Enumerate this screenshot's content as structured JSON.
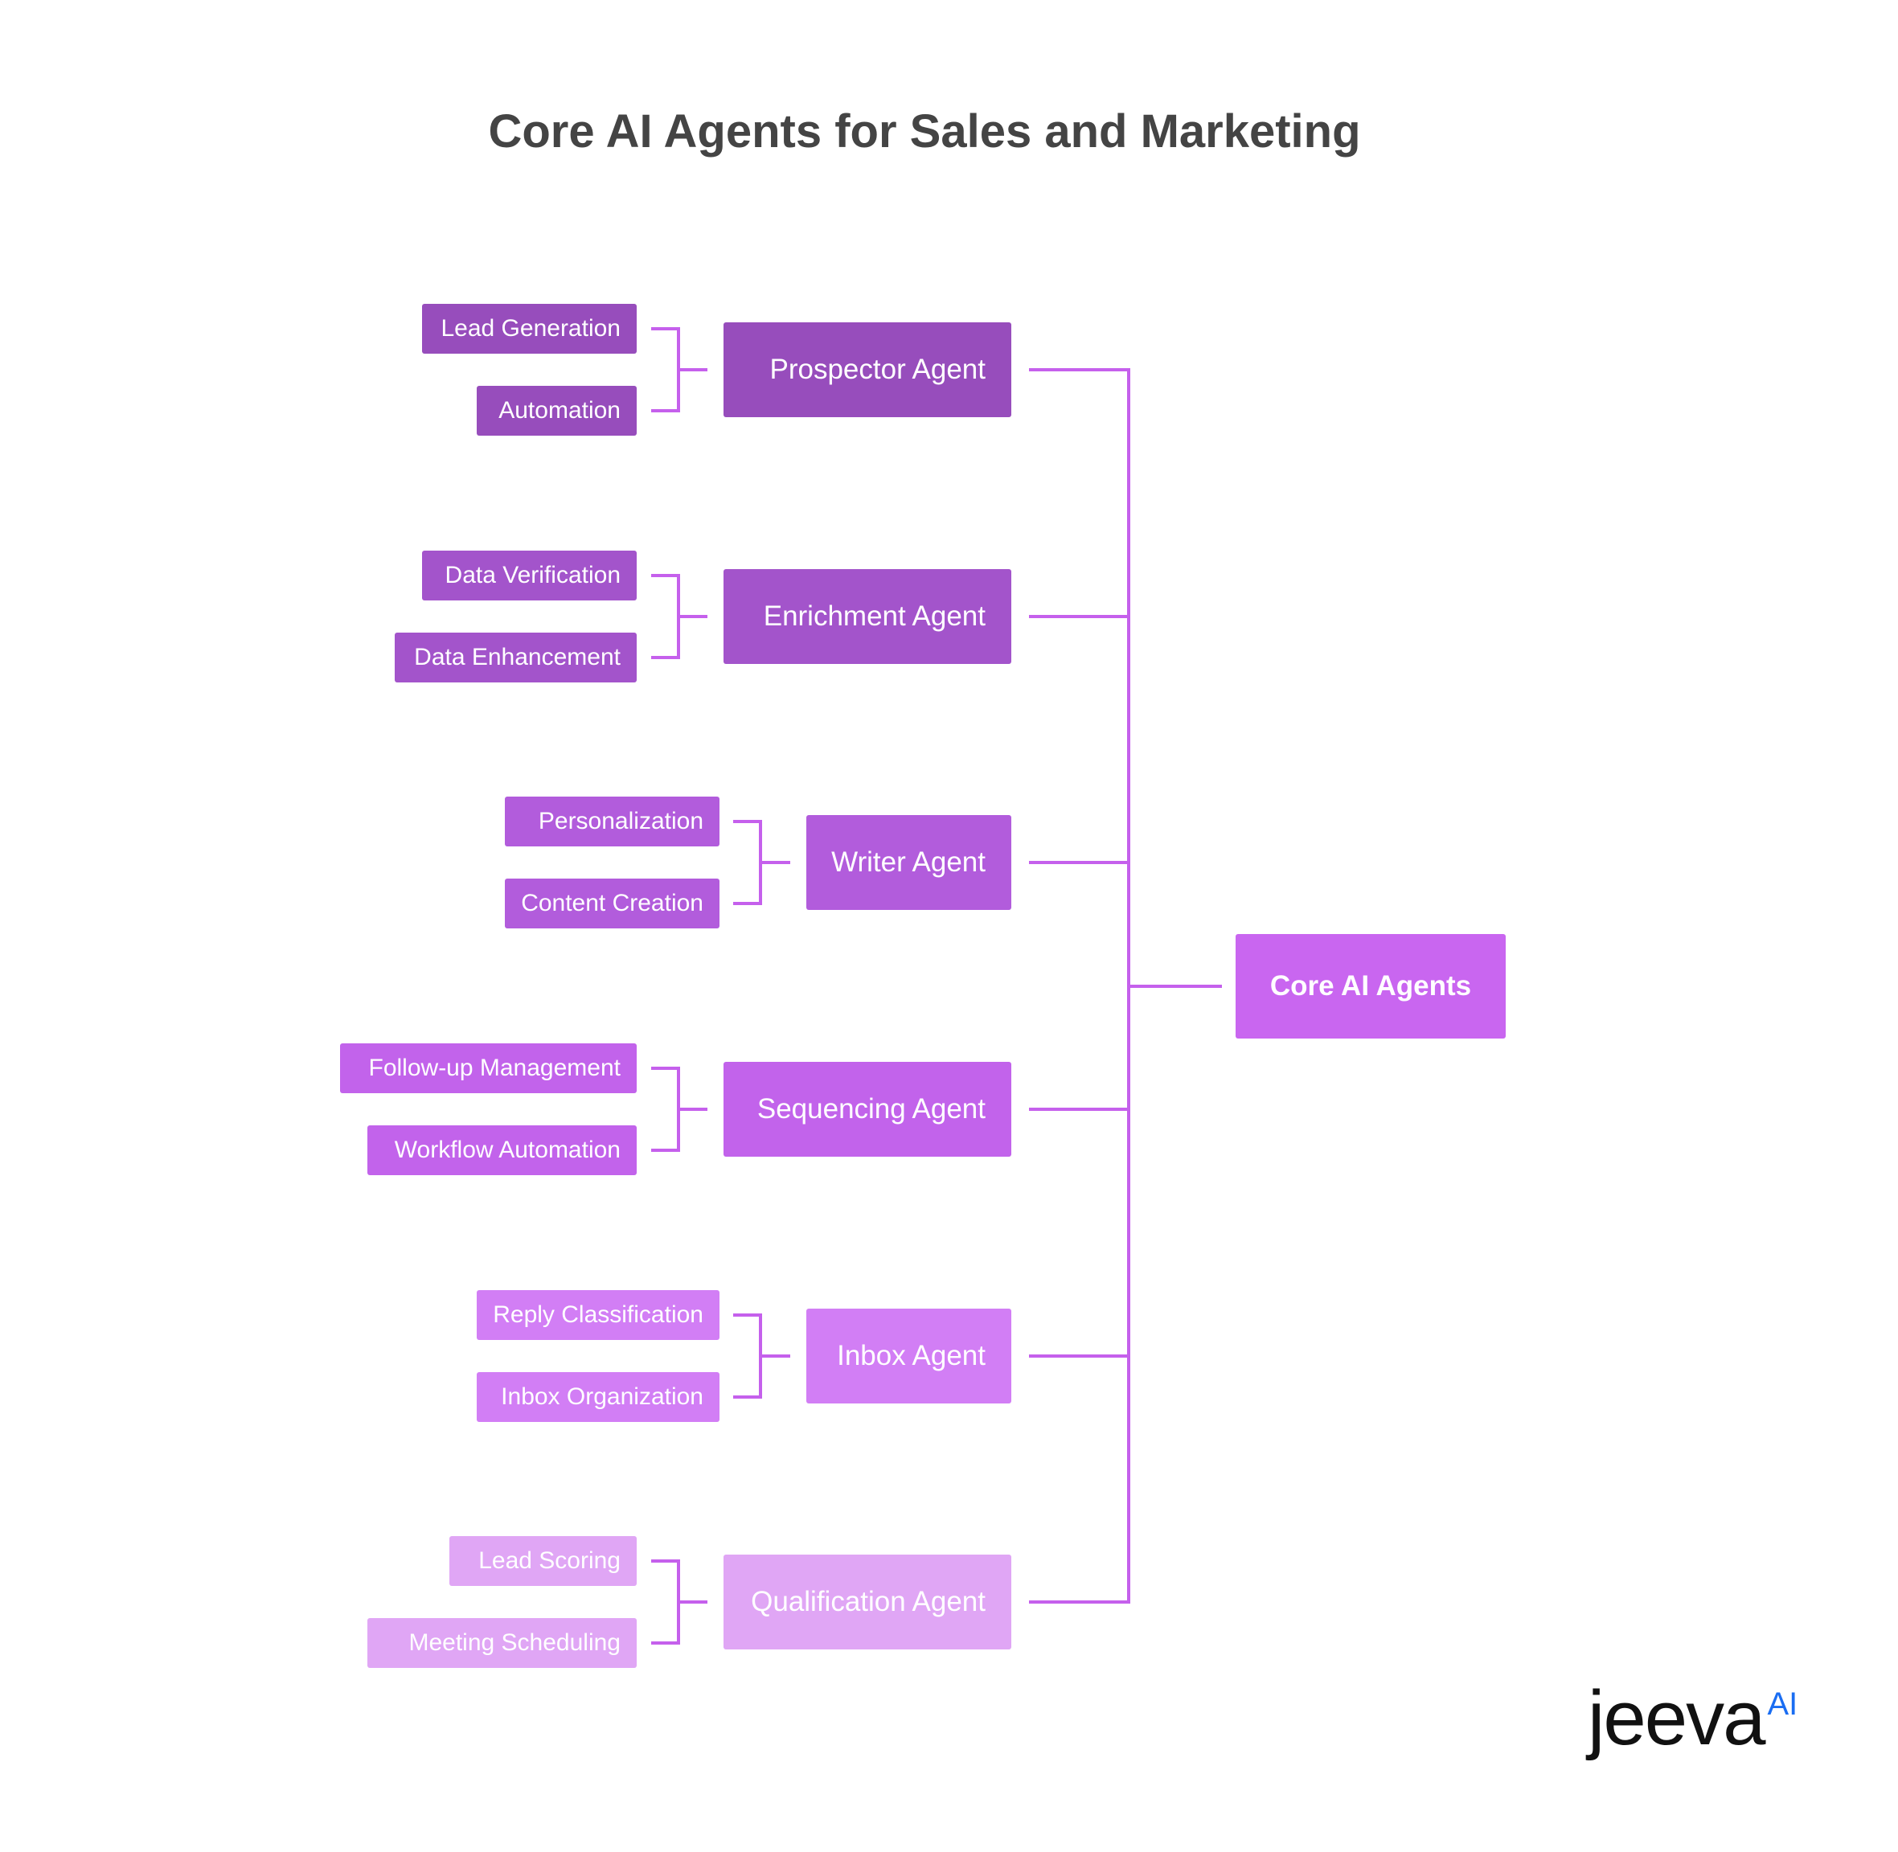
{
  "title": "Core AI Agents for Sales and Marketing",
  "root": {
    "label": "Core AI Agents",
    "color": "#c966f0"
  },
  "connector_color": "#c560ec",
  "agents": [
    {
      "label": "Prospector Agent",
      "color": "#974dbc",
      "capabilities": [
        "Lead Generation",
        "Automation"
      ]
    },
    {
      "label": "Enrichment Agent",
      "color": "#a354cb",
      "capabilities": [
        "Data Verification",
        "Data Enhancement"
      ]
    },
    {
      "label": "Writer Agent",
      "color": "#b25cdc",
      "capabilities": [
        "Personalization",
        "Content Creation"
      ]
    },
    {
      "label": "Sequencing Agent",
      "color": "#c263eb",
      "capabilities": [
        "Follow-up Management",
        "Workflow Automation"
      ]
    },
    {
      "label": "Inbox Agent",
      "color": "#d27ef5",
      "capabilities": [
        "Reply Classification",
        "Inbox Organization"
      ]
    },
    {
      "label": "Qualification Agent",
      "color": "#e0a6f5",
      "capabilities": [
        "Lead Scoring",
        "Meeting Scheduling"
      ]
    }
  ],
  "logo": {
    "wordmark": "jeeva",
    "suffix": "AI",
    "suffix_color": "#1a6df2"
  }
}
